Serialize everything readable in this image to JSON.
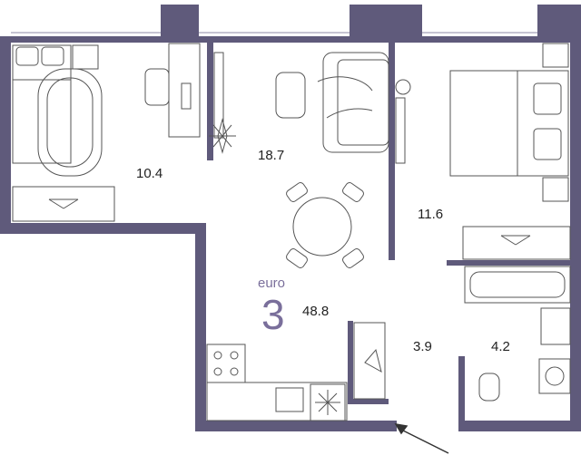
{
  "plan": {
    "type_label": "euro",
    "rooms_count": "3",
    "total_area": "48.8",
    "wall_color": "#5f5a7b",
    "rooms": [
      {
        "id": "bedroom-left",
        "area": "10.4"
      },
      {
        "id": "living-room",
        "area": "18.7"
      },
      {
        "id": "bedroom-right",
        "area": "11.6"
      },
      {
        "id": "hallway",
        "area": "3.9"
      },
      {
        "id": "bathroom",
        "area": "4.2"
      }
    ],
    "icons": [
      "bed-icon",
      "armchair-icon",
      "desk-icon",
      "tv-icon",
      "plant-icon",
      "sofa-icon",
      "coffee-table-icon",
      "dining-table-icon",
      "wardrobe-icon",
      "bathtub-icon",
      "toilet-icon",
      "sink-icon",
      "washing-machine-icon",
      "stove-icon",
      "fridge-icon",
      "entrance-arrow-icon"
    ]
  }
}
